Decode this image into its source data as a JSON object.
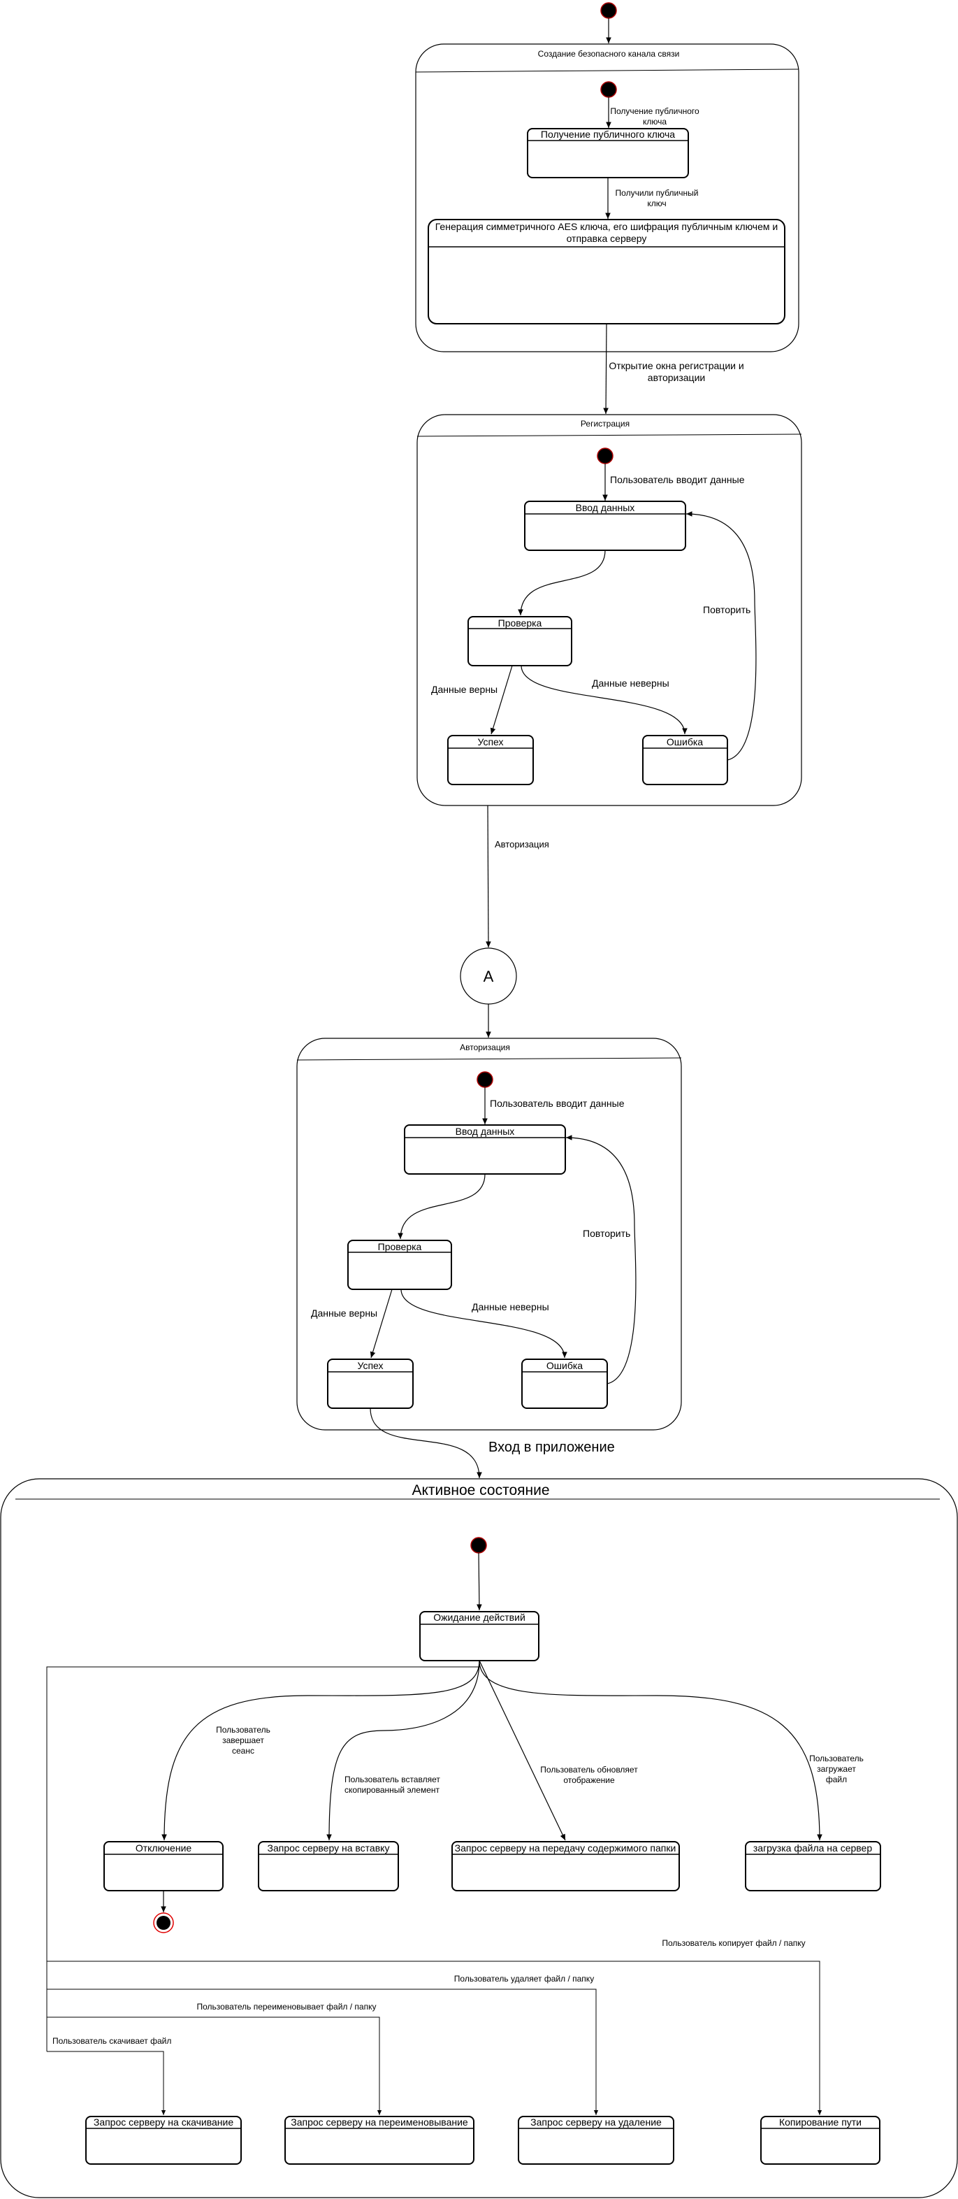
{
  "secure_channel": {
    "title": "Создание безопасного канала связи",
    "label_get_key": [
      "Получение публичного",
      "ключа"
    ],
    "label_got_key": [
      "Получили публичный",
      "ключ"
    ],
    "state_get_key": "Получение публичного ключа",
    "state_gen_key": [
      "Генерация симметричного AES ключа, его шифрация публичным ключем и",
      "отправка серверу"
    ]
  },
  "transition_open_window": [
    "Открытие окна регистрации и",
    "авторизации"
  ],
  "registration": {
    "title": "Регистрация",
    "label_user_enters": "Пользователь вводит данные",
    "state_input": "Ввод данных",
    "state_check": "Проверка",
    "state_success": "Успех",
    "state_error": "Ошибка",
    "label_correct": "Данные верны",
    "label_incorrect": "Данные неверны",
    "label_repeat": "Повторить"
  },
  "transition_authorization": "Авторизация",
  "connector_label": "A",
  "authorization": {
    "title": "Авторизация",
    "label_user_enters": "Пользователь вводит данные",
    "state_input": "Ввод данных",
    "state_check": "Проверка",
    "state_success": "Успех",
    "state_error": "Ошибка",
    "label_correct": "Данные верны",
    "label_incorrect": "Данные неверны",
    "label_repeat": "Повторить"
  },
  "transition_enter_app": "Вход в приложение",
  "active": {
    "title": "Активное состояние",
    "state_wait": "Ожидание действий",
    "label_end_session": [
      "Пользователь",
      "завершает",
      "сеанс"
    ],
    "label_paste": [
      "Пользователь вставляет",
      "скопированный элемент"
    ],
    "label_refresh": [
      "Пользователь обновляет",
      "отображение"
    ],
    "label_upload": [
      "Пользователь",
      "загружает",
      "файл"
    ],
    "state_disconnect": "Отключение",
    "state_paste_request": "Запрос серверу на вставку",
    "state_contents_request": "Запрос серверу на передачу содержимого папки",
    "state_upload": "загрузка файла на сервер",
    "label_copy": "Пользователь копирует файл / папку",
    "label_delete": "Пользователь удаляет файл / папку",
    "label_rename": "Пользователь переименовывает файл / папку",
    "label_download": "Пользователь скачивает файл",
    "state_download_request": "Запрос серверу на скачивание",
    "state_rename_request": "Запрос серверу на переименовывание",
    "state_delete_request": "Запрос серверу на удаление",
    "state_copy_path": "Копирование пути"
  }
}
